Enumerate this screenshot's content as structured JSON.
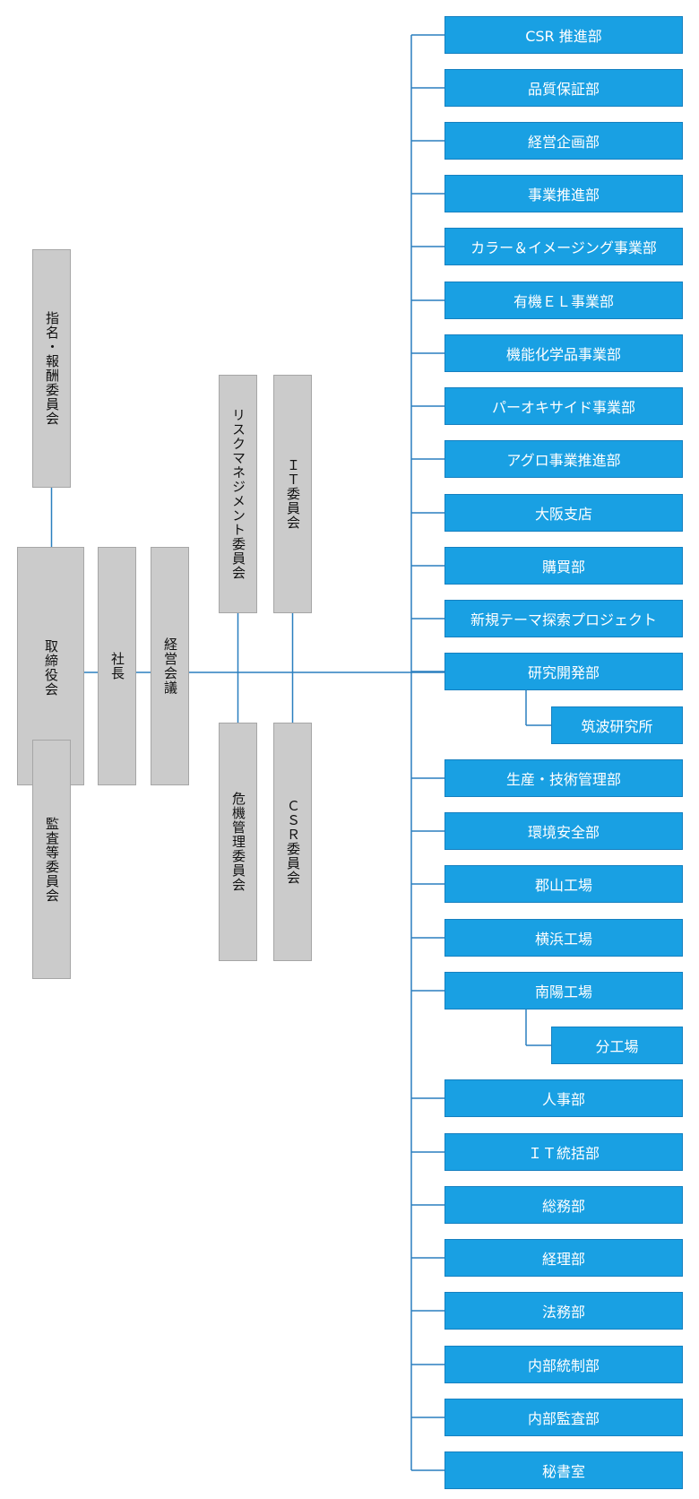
{
  "left_boxes": {
    "nomination": "指名・報酬委員会",
    "board": "取締役会",
    "audit": "監査等委員会",
    "president": "社長",
    "management": "経営会議",
    "risk": "リスクマネジメント委員会",
    "it_committee": "ＩＴ委員会",
    "crisis": "危機管理委員会",
    "csr_committee": "ＣＳＲ委員会"
  },
  "departments": [
    "CSR 推進部",
    "品質保証部",
    "経営企画部",
    "事業推進部",
    "カラー＆イメージング事業部",
    "有機ＥＬ事業部",
    "機能化学品事業部",
    "パーオキサイド事業部",
    "アグロ事業推進部",
    "大阪支店",
    "購買部",
    "新規テーマ探索プロジェクト",
    "研究開発部",
    "生産・技術管理部",
    "環境安全部",
    "郡山工場",
    "横浜工場",
    "南陽工場",
    "人事部",
    "ＩＴ統括部",
    "総務部",
    "経理部",
    "法務部",
    "内部統制部",
    "内部監査部",
    "秘書室"
  ],
  "sub_departments": {
    "rd_sub": "筑波研究所",
    "nanyo_sub": "分工場"
  },
  "colors": {
    "dept_fill": "#19a0e3",
    "dept_border": "#1680c0",
    "committee_fill": "#cbcbcb",
    "committee_border": "#a6a6a6",
    "connector": "#2a7fbf"
  }
}
